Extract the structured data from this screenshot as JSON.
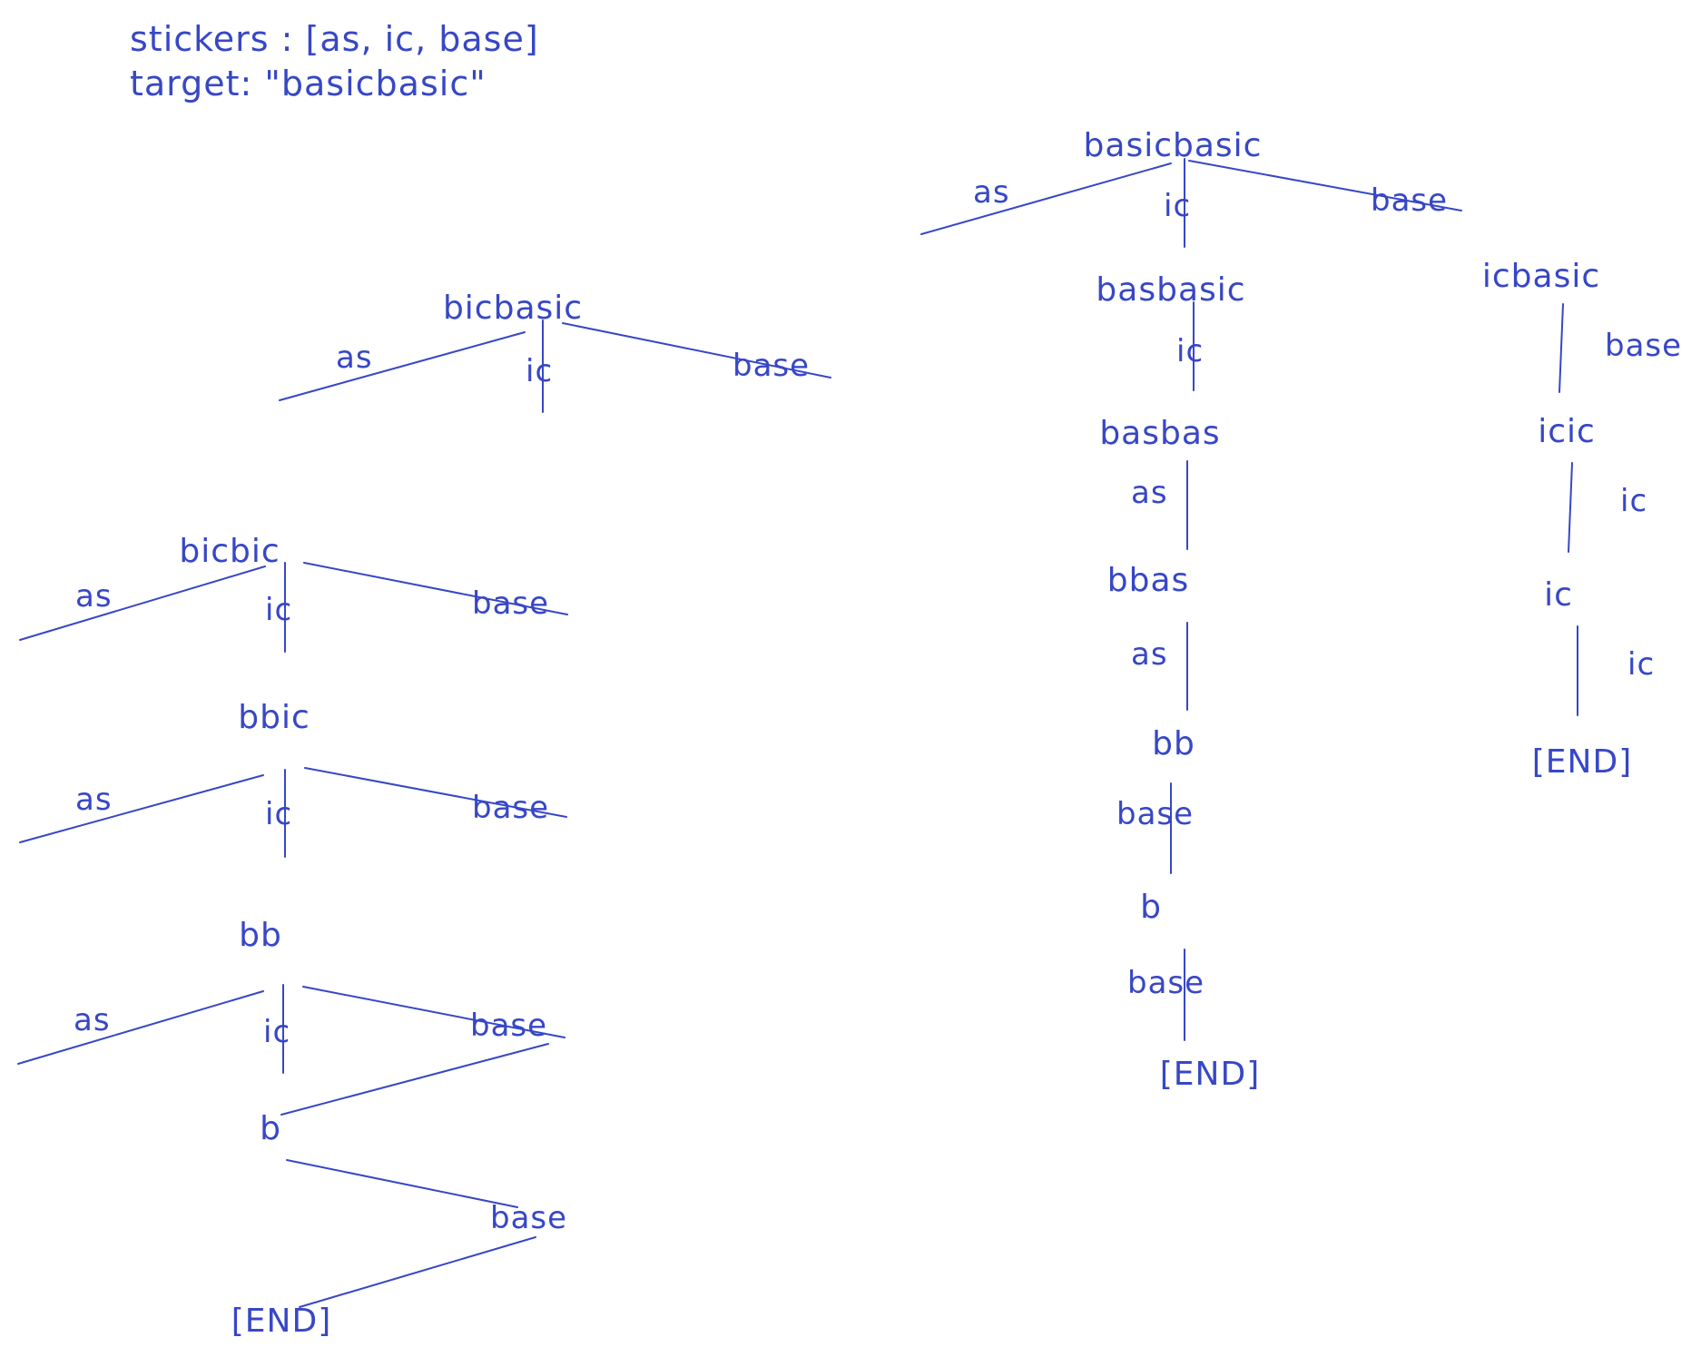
{
  "colors": {
    "ink": "#3747c6",
    "background": "#ffffff"
  },
  "header": {
    "stickers": "stickers : [as, ic, base]",
    "target": "target: \"basicbasic\""
  },
  "left_tree": {
    "root": "bicbasic",
    "root_edges": [
      "as",
      "ic",
      "base"
    ],
    "n1": "bicbic",
    "n1_edges": [
      "as",
      "ic",
      "base"
    ],
    "n2": "bbic",
    "n2_edges": [
      "as",
      "ic",
      "base"
    ],
    "n3": "bb",
    "n3_edges": [
      "as",
      "ic",
      "base"
    ],
    "n4": "b",
    "n4_edge": "base",
    "end": "[END]"
  },
  "right_tree": {
    "root": "basicbasic",
    "root_edges": [
      "as",
      "ic",
      "base"
    ],
    "mid": {
      "n1": "basbasic",
      "e1": "ic",
      "n2": "basbas",
      "e2": "as",
      "n3": "bbas",
      "e3": "as",
      "n4": "bb",
      "e4": "base",
      "n5": "b",
      "e5": "base",
      "end": "[END]"
    },
    "right": {
      "n1": "icbasic",
      "e1": "base",
      "n2": "icic",
      "e2": "ic",
      "n3": "ic",
      "e3": "ic",
      "end": "[END]"
    }
  }
}
